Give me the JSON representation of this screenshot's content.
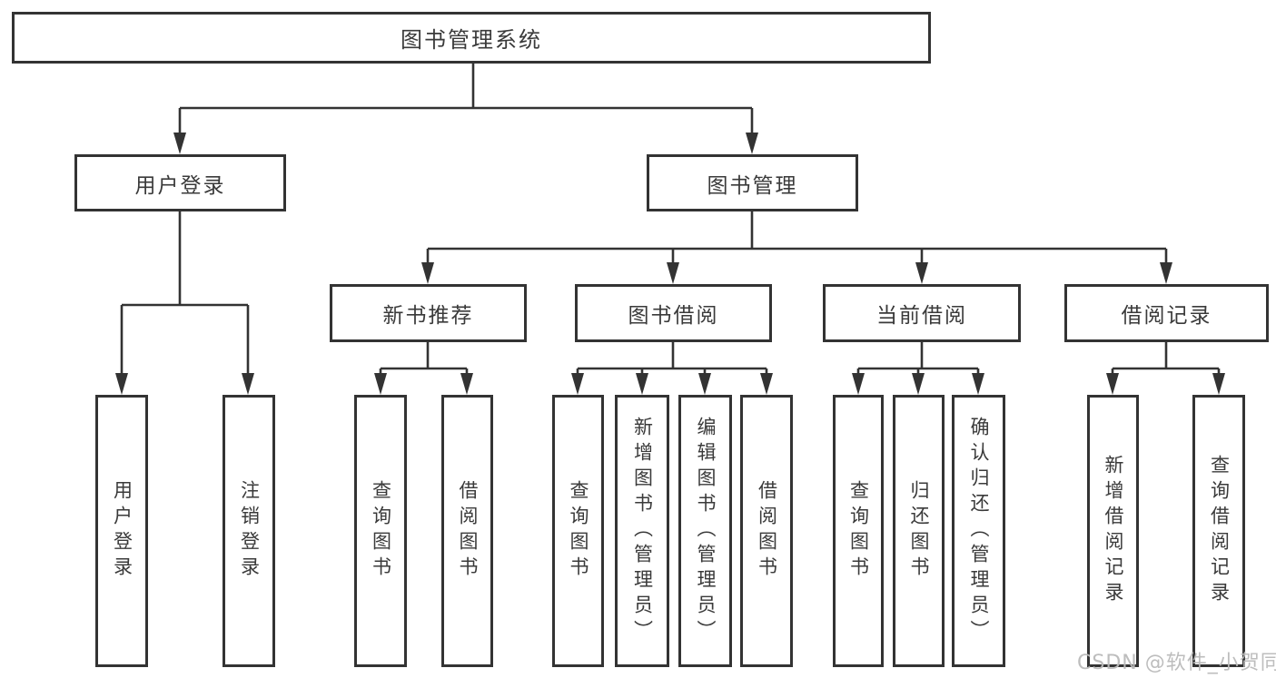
{
  "diagram": {
    "title": "图书管理系统",
    "root": {
      "label": "图书管理系统"
    },
    "level2": [
      {
        "id": "user-login",
        "label": "用户登录"
      },
      {
        "id": "book-management",
        "label": "图书管理"
      }
    ],
    "level3": [
      {
        "id": "new-book-recommend",
        "label": "新书推荐"
      },
      {
        "id": "book-borrow",
        "label": "图书借阅"
      },
      {
        "id": "current-borrow",
        "label": "当前借阅"
      },
      {
        "id": "borrow-records",
        "label": "借阅记录"
      }
    ],
    "leaves": {
      "user_login": [
        {
          "label": "用户登录"
        },
        {
          "label": "注销登录"
        }
      ],
      "new_book_recommend": [
        {
          "label": "查询图书"
        },
        {
          "label": "借阅图书"
        }
      ],
      "book_borrow": [
        {
          "label": "查询图书"
        },
        {
          "label": "新增图书（管理员）"
        },
        {
          "label": "编辑图书（管理员）"
        },
        {
          "label": "借阅图书"
        }
      ],
      "current_borrow": [
        {
          "label": "查询图书"
        },
        {
          "label": "归还图书"
        },
        {
          "label": "确认归还（管理员）"
        }
      ],
      "borrow_records": [
        {
          "label": "新增借阅记录"
        },
        {
          "label": "查询借阅记录"
        }
      ]
    }
  },
  "watermark": {
    "text": "CSDN @软件_小贺同学"
  },
  "colors": {
    "line": "#333333",
    "text": "#3a3a3a",
    "box_background": "#ffffff",
    "watermark": "#b9b9b9",
    "background": "#ffffff"
  }
}
